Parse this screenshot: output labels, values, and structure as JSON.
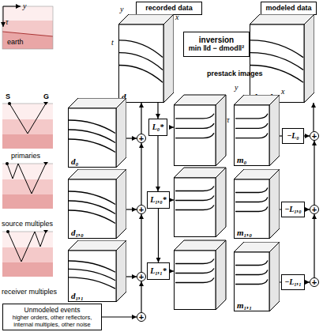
{
  "diagram": {
    "nodes": [
      {
        "text": [
          "recorded data"
        ]
      },
      {
        "text": [
          "modeled data"
        ]
      },
      {
        "text": [
          "inversion",
          "min ‖d − dmod‖²"
        ]
      },
      {
        "text": [
          "d"
        ]
      },
      {
        "text": [
          "dmod"
        ]
      },
      {
        "text": [
          "d₀"
        ]
      },
      {
        "text": [
          "d₁,₀"
        ]
      },
      {
        "text": [
          "d₁,₁"
        ]
      },
      {
        "text": [
          "Unmodeled events",
          "higher orders, other reflectors, internal multiples, other noise"
        ]
      },
      {
        "text": [
          "+"
        ]
      },
      {
        "text": [
          "+"
        ]
      },
      {
        "text": [
          "+"
        ]
      },
      {
        "text": [
          "+"
        ]
      },
      {
        "text": [
          "L₀*"
        ]
      },
      {
        "text": [
          "L₁,₀*"
        ]
      },
      {
        "text": [
          "L₁,₁*"
        ]
      },
      {
        "text": [
          "m₀"
        ]
      },
      {
        "text": [
          "m₁,₀"
        ]
      },
      {
        "text": [
          "m₁,₁"
        ]
      },
      {
        "text": [
          "−L₀"
        ]
      },
      {
        "text": [
          "−L₁,₀"
        ]
      },
      {
        "text": [
          "−L₁,₁"
        ]
      },
      {
        "text": [
          "+"
        ]
      },
      {
        "text": [
          "+"
        ]
      },
      {
        "text": [
          "+"
        ]
      }
    ],
    "edges": [
      {
        "from": 5,
        "to": 9,
        "arrow": "to"
      },
      {
        "from": 6,
        "to": 10,
        "arrow": "to"
      },
      {
        "from": 7,
        "to": 11,
        "arrow": "to"
      },
      {
        "from": 8,
        "to": 12,
        "arrow": "to"
      },
      {
        "from": 12,
        "to": 11,
        "arrow": "to"
      },
      {
        "from": 11,
        "to": 10,
        "arrow": "to"
      },
      {
        "from": 10,
        "to": 9,
        "arrow": "to"
      },
      {
        "from": 9,
        "to": 3,
        "arrow": "to"
      },
      {
        "from": 3,
        "to": 13,
        "arrow": "to"
      },
      {
        "from": 13,
        "to": 14,
        "arrow": "to"
      },
      {
        "from": 14,
        "to": 15,
        "arrow": "to"
      },
      {
        "from": 16,
        "to": 19,
        "arrow": "none"
      },
      {
        "from": 17,
        "to": 20,
        "arrow": "none"
      },
      {
        "from": 18,
        "to": 21,
        "arrow": "none"
      },
      {
        "from": 19,
        "to": 22,
        "arrow": "to"
      },
      {
        "from": 20,
        "to": 23,
        "arrow": "to"
      },
      {
        "from": 21,
        "to": 24,
        "arrow": "to"
      },
      {
        "from": 24,
        "to": 23,
        "arrow": "to"
      },
      {
        "from": 23,
        "to": 22,
        "arrow": "to"
      },
      {
        "from": 22,
        "to": 4,
        "arrow": "to"
      }
    ],
    "labels": [
      "y",
      "τ",
      "earth",
      "S",
      "G",
      "primaries",
      "source multiples",
      "receiver multiples",
      "prestack images",
      "y",
      "t",
      "x",
      "y",
      "τ",
      "x"
    ]
  }
}
